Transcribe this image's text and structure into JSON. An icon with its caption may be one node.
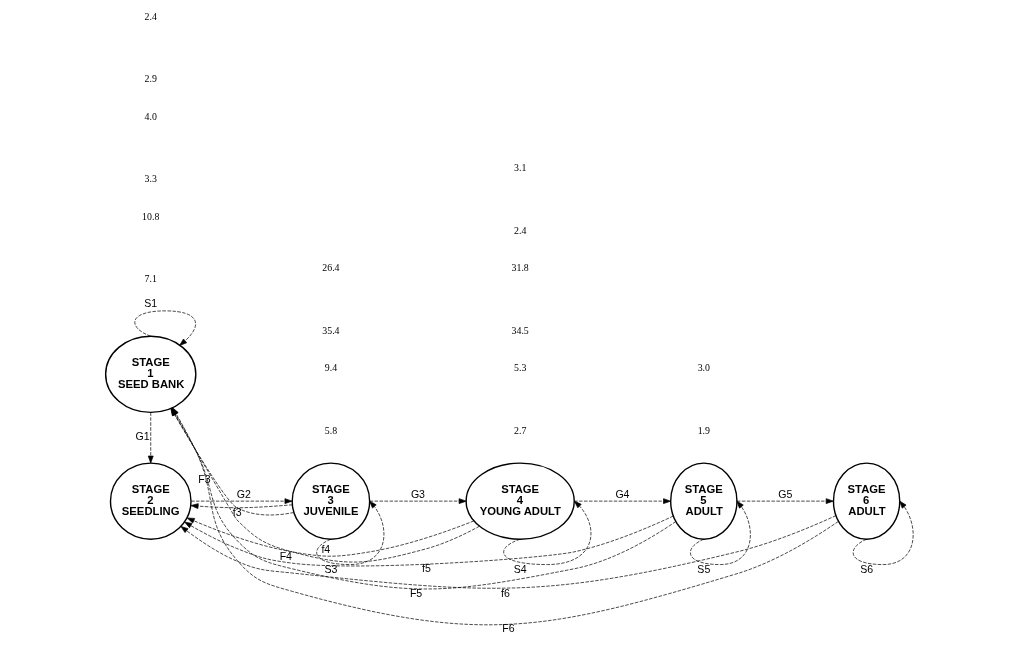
{
  "diagram": {
    "nodes": [
      {
        "text": [
          "STAGE 2 SEEDLING"
        ]
      },
      {
        "text": [
          "STAGE 1 SEED BANK"
        ]
      },
      {
        "text": [
          "STAGE 3 JUVENILE"
        ]
      },
      {
        "text": [
          "STAGE 4 YOUNG ADULT"
        ]
      },
      {
        "text": [
          "STAGE 5 ADULT"
        ]
      },
      {
        "text": [
          "STAGE 6 ADULT"
        ]
      }
    ],
    "edges": [
      {
        "from": 1,
        "to": 0,
        "arrow": "to",
        "label": "G1",
        "style": "dashed"
      },
      {
        "from": 0,
        "to": 2,
        "arrow": "to",
        "label": "G2",
        "style": "dashed"
      },
      {
        "from": 2,
        "to": 3,
        "arrow": "to",
        "label": "G3",
        "style": "dashed"
      },
      {
        "from": 3,
        "to": 4,
        "arrow": "to",
        "label": "G4",
        "style": "dashed"
      },
      {
        "from": 4,
        "to": 5,
        "arrow": "to",
        "label": "G5",
        "style": "dashed"
      },
      {
        "from": 1,
        "to": 1,
        "arrow": "to",
        "label": "S1",
        "style": "dashed"
      },
      {
        "from": 2,
        "to": 2,
        "arrow": "to",
        "label": "S3",
        "style": "dashed"
      },
      {
        "from": 3,
        "to": 3,
        "arrow": "to",
        "label": "S4",
        "style": "dashed"
      },
      {
        "from": 4,
        "to": 4,
        "arrow": "to",
        "label": "S5",
        "style": "dashed"
      },
      {
        "from": 5,
        "to": 5,
        "arrow": "to",
        "label": "S6",
        "style": "dashed"
      },
      {
        "from": 2,
        "to": 0,
        "arrow": "to",
        "label": "f3",
        "style": "dashed"
      },
      {
        "from": 3,
        "to": 0,
        "arrow": "to",
        "label": "f4",
        "style": "dashed"
      },
      {
        "from": 4,
        "to": 0,
        "arrow": "to",
        "label": "f5",
        "style": "dashed"
      },
      {
        "from": 5,
        "to": 0,
        "arrow": "to",
        "label": "f6",
        "style": "dashed"
      },
      {
        "from": 2,
        "to": 1,
        "arrow": "to",
        "label": "F3",
        "style": "dashed"
      },
      {
        "from": 3,
        "to": 1,
        "arrow": "to",
        "label": "F4",
        "style": "dashed"
      },
      {
        "from": 4,
        "to": 1,
        "arrow": "to",
        "label": "F5",
        "style": "dashed"
      },
      {
        "from": 5,
        "to": 1,
        "arrow": "to",
        "label": "F6",
        "style": "dashed"
      }
    ],
    "labels": [
      "10.8",
      "7.1",
      "5.3",
      "2.7",
      "4.0",
      "3.3",
      "9.4",
      "5.8",
      "26.4",
      "35.4",
      "31.8",
      "34.5",
      "2.4",
      "2.9",
      "3.0",
      "1.9",
      "3.1",
      "2.4"
    ]
  }
}
